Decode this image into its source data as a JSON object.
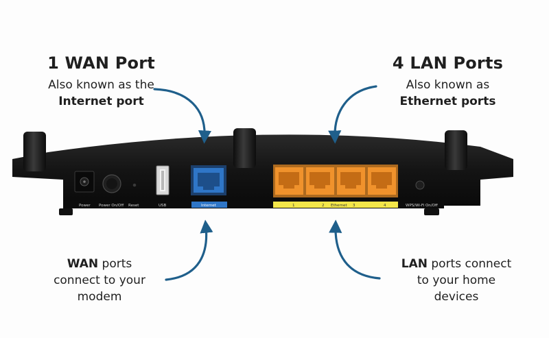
{
  "wan": {
    "title": "1 WAN Port",
    "line1": "Also known as the",
    "line2": "Internet port"
  },
  "lan": {
    "title": "4 LAN Ports",
    "line1": "Also known as",
    "line2": "Ethernet ports"
  },
  "wan_note": {
    "bold": "WAN",
    "rest1": " ports",
    "line2": "connect to your",
    "line3": "modem"
  },
  "lan_note": {
    "bold": "LAN",
    "rest1": " ports connect",
    "line2": "to your home",
    "line3": "devices"
  },
  "router_labels": {
    "power": "Power",
    "power_onoff": "Power On/Off",
    "reset": "Reset",
    "usb": "USB",
    "internet": "Internet",
    "lan1": "1",
    "lan2": "2",
    "ethernet": "Ethernet",
    "lan3": "3",
    "lan4": "4",
    "wps": "WPS/Wi-Fi On/Off"
  },
  "colors": {
    "arrow": "#1f5f8b",
    "wan_port": "#2f76c7",
    "lan_port": "#f0922c",
    "lan_strip": "#f3e64a",
    "router_body": "#151515"
  }
}
